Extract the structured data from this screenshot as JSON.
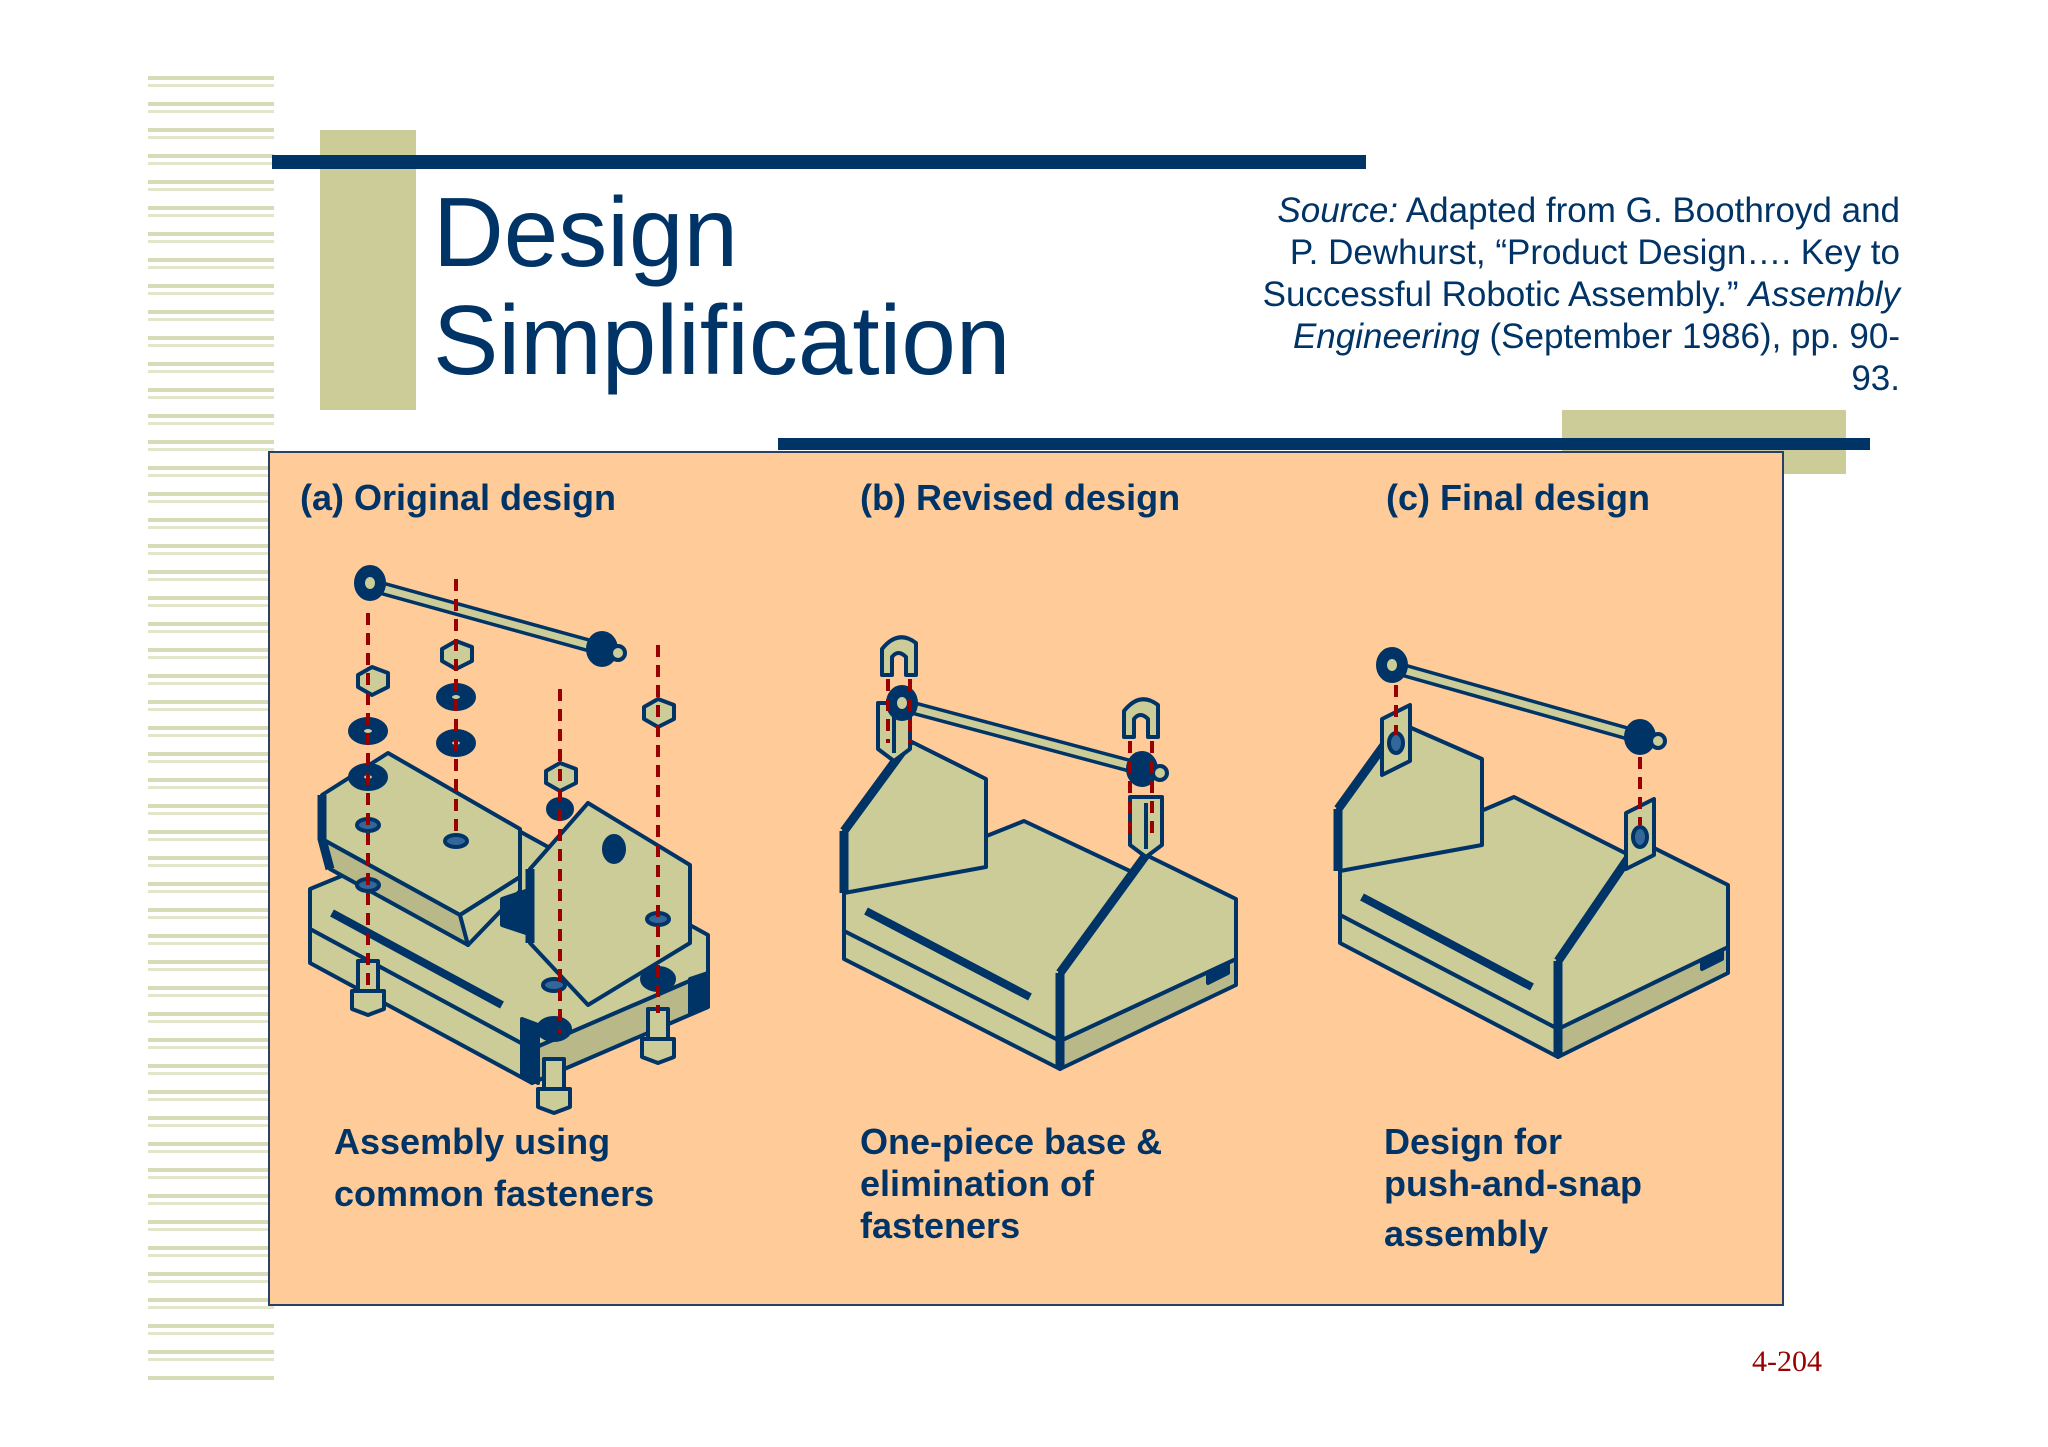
{
  "title": {
    "line1": "Design",
    "line2": "Simplification"
  },
  "source": {
    "label": "Source:",
    "line1_rest": " Adapted from G. Boothroyd and",
    "line2": "P. Dewhurst, “Product Design…. Key to",
    "line3_plain": "Successful Robotic Assembly.” ",
    "line3_italic": "Assembly",
    "line4_italic": "Engineering",
    "line4_rest": " (September 1986), pp. 90-",
    "line5": "93."
  },
  "panels": [
    {
      "label": "(a) Original design",
      "caption": [
        "Assembly using",
        "common fasteners"
      ]
    },
    {
      "label": "(b) Revised design",
      "caption": [
        "One-piece base &",
        "elimination of",
        "fasteners"
      ]
    },
    {
      "label": "(c) Final design",
      "caption": [
        "Design for",
        "push-and-snap",
        "assembly"
      ]
    }
  ],
  "page_number": "4-204",
  "colors": {
    "navy": "#003366",
    "olive": "#cccc99",
    "panel_bg": "#ffcc99",
    "part_fill": "#cccc99",
    "dashed_line": "#990000",
    "page_number": "#990000"
  }
}
